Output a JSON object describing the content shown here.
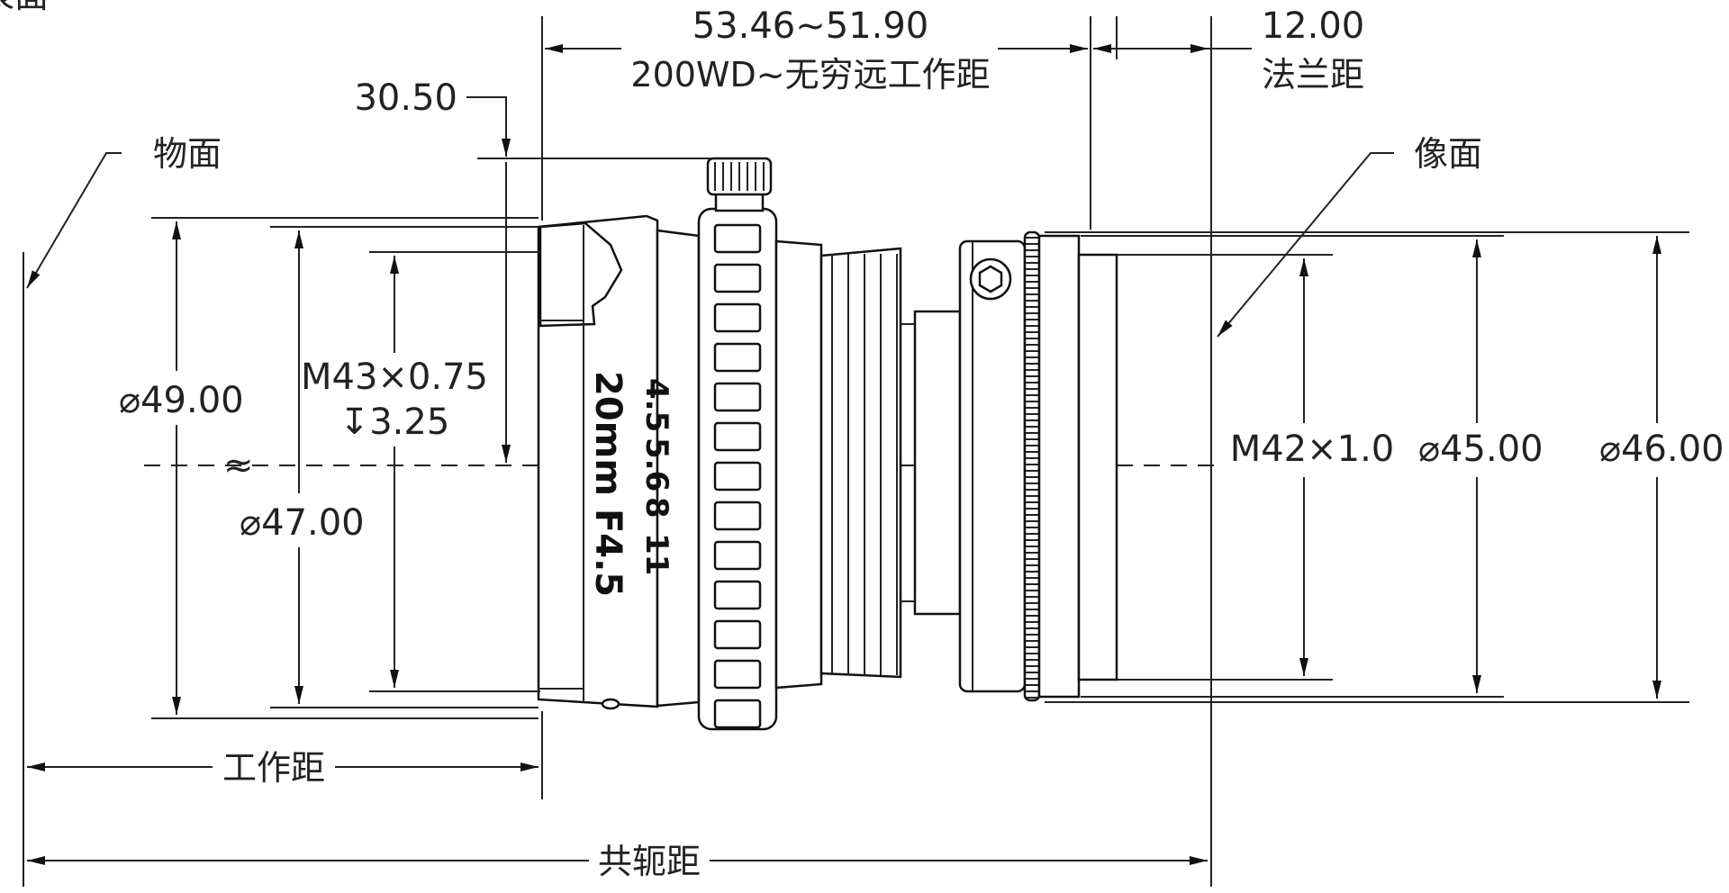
{
  "labels": {
    "object_plane": "物面",
    "image_plane": "像面",
    "working_distance": "工作距",
    "conjugate_distance": "共轭距",
    "flange_distance": "法兰距",
    "wd_range": "200WD~无穷远工作距",
    "approx": "≈",
    "corner_fragment": "表面"
  },
  "dimensions": {
    "length_range": "53.46~51.90",
    "flange": "12.00",
    "d49": "49.00",
    "d47": "47.00",
    "m43": "M43×0.75",
    "m43_depth": "3.25",
    "height_30_50": "30.50",
    "m42": "M42×1.0",
    "d45": "45.00",
    "d46": "46.00"
  },
  "symbols": {
    "diameter": "⌀",
    "depth": "↧"
  },
  "engraving": {
    "model": "20mm F4.5",
    "apertures": [
      "4.5",
      "5.6",
      "8",
      "11"
    ]
  }
}
